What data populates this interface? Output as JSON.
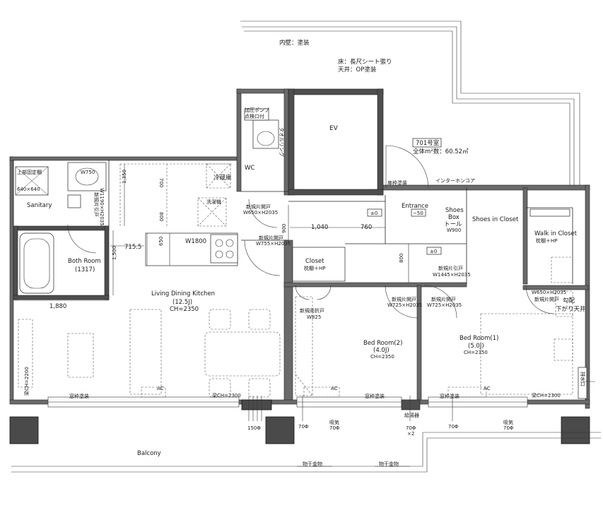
{
  "labels": {
    "wall_finish": "内壁：塗装",
    "floor_finish": "床：長尺シート張り",
    "ceiling_finish": "天井：OP塗装",
    "ev": "EV",
    "unit_no": "701号室",
    "area": "全体m²数：60.52㎡",
    "pump": "加圧ポンプ",
    "pump_sub": "点検口付",
    "towel": "タオルリング",
    "wc": "WC",
    "fixed_shelf": "上部固定棚",
    "shelf_size": "640×640",
    "w750": "W750",
    "sanitary": "Sanitary",
    "sliding1": "新規片引戸",
    "sliding1_size": "W1190×H2035",
    "fridge": "冷蔵庫",
    "washer": "洗濯機",
    "dim_700": "700",
    "dim_1350": "1,350",
    "dim_800a": "800",
    "dim_650": "650",
    "dim_715": "715.5",
    "dim_1500": "1,500",
    "dim_1880": "1,880",
    "dim_900": "900",
    "dim_1040": "1,040",
    "dim_760": "760",
    "dim_800b": "800",
    "w1800": "W1800",
    "hinged1": "新規片開戸",
    "hinged1_size": "W650×H2035",
    "hinged2": "新規片開戸",
    "hinged2_size": "W755×H2035",
    "bath": "Both Room",
    "bath_sub": "(1317)",
    "ldk": "Living Dining Kitchen",
    "ldk_size": "(12.5J)",
    "ldk_ch": "CH=2350",
    "frame_paint_top": "扉枠塗装",
    "intercom": "インターホンコア",
    "entrance": "Entrance",
    "entrance_level": "−50",
    "pm0a": "±0",
    "pm0b": "±0",
    "shoes_box": "Shoes",
    "shoes_box2": "Box",
    "shoes_box3": "トール",
    "shoes_box4": "W900",
    "shoes_closet": "Shoes in Closet",
    "wic": "Walk in Closet",
    "wic_shelf": "枕棚＋HP",
    "closet": "Closet",
    "closet_shelf": "枕棚＋HP",
    "sliding2": "新規片引戸",
    "sliding2_size": "W1445×H2035",
    "folding": "新規両折戸",
    "folding_size": "W825",
    "hinged3": "新規片開戸",
    "hinged3_size": "W725×H2035",
    "hinged4": "新規片開戸",
    "hinged4_size": "W725×H2035",
    "hinged5_size": "W650×H2035",
    "hinged5": "新規片開戸",
    "slope": "勾配",
    "slope2": "下がり天井",
    "bed2": "Bed Room(2)",
    "bed2_size": "(4.0J)",
    "bed2_ch": "CH=2350",
    "bed1": "Bed Room(1)",
    "bed1_size": "(5.0J)",
    "bed1_ch": "CH=2350",
    "beam_left": "梁CH=2200",
    "beam_mid": "梁CH=2300",
    "beam_right": "梁CH=2300",
    "frame_paint1": "窓枠塗装",
    "frame_paint2": "窓枠塗装",
    "frame_paint3": "窓枠塗装",
    "ac1": "AC",
    "ac2": "AC",
    "ac3": "AC",
    "vent_150": "150Φ",
    "vent_70a": "70Φ",
    "intake1": "吸気",
    "intake1_sub": "70Φ",
    "heater": "給湯器",
    "vent_70b": "70Φ",
    "vent_70b_sub": "×2",
    "vent_70c": "70Φ",
    "intake2": "吸気",
    "intake2_sub": "70Φ",
    "right_side": "排水口",
    "balcony": "Balcony",
    "dry_rack1": "物干金物",
    "dry_rack2": "物干金物"
  }
}
